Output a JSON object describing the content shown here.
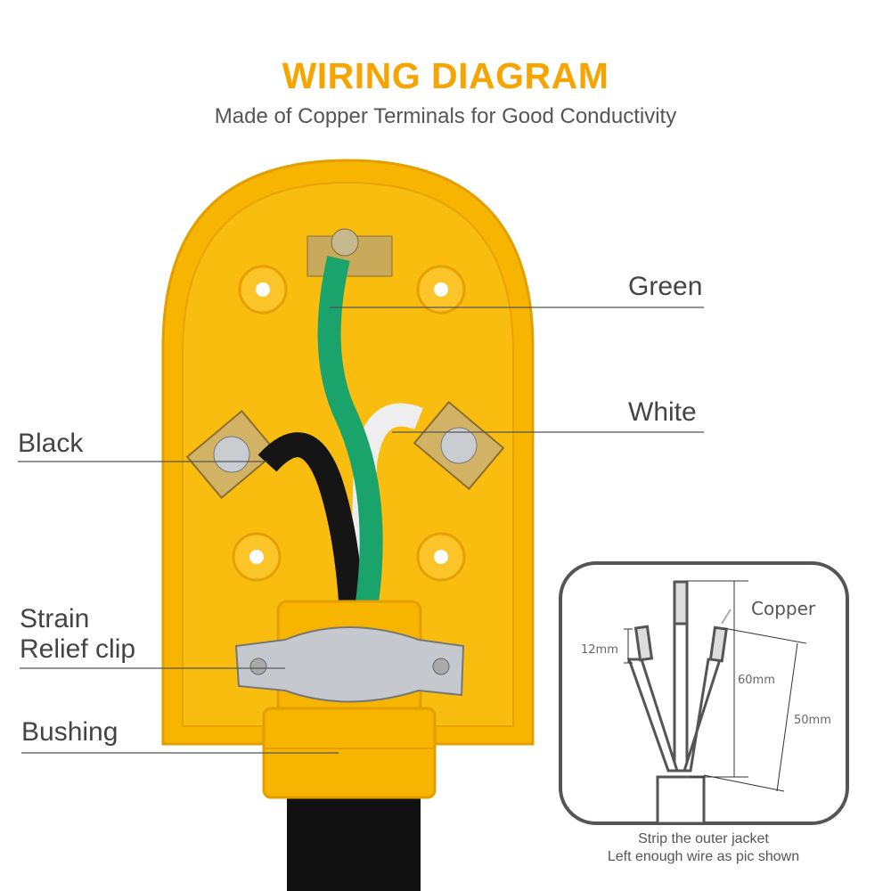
{
  "header": {
    "title": "WIRING DIAGRAM",
    "subtitle": "Made of Copper Terminals for Good Conductivity"
  },
  "labels": {
    "green": "Green",
    "white": "White",
    "black": "Black",
    "strain_line1": "Strain",
    "strain_line2": "Relief clip",
    "bushing": "Bushing"
  },
  "inset": {
    "copper": "Copper",
    "dim_12": "12mm",
    "dim_60": "60mm",
    "dim_50": "50mm",
    "caption_line1": "Strip the outer jacket",
    "caption_line2": "Left enough wire as pic shown"
  },
  "colors": {
    "title": "#f6a500",
    "plug_body": "#f7b400",
    "wire_green": "#1aa36b",
    "wire_black": "#1a1a1a",
    "text": "#444444"
  }
}
